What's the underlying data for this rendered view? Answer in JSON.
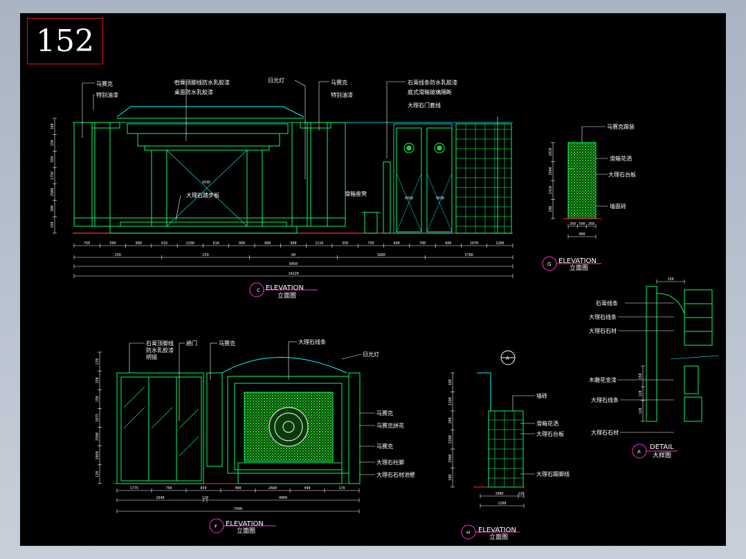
{
  "page_number": "152",
  "colors": {
    "background": "#000000",
    "outline": "#00ff66",
    "leader": "#ffffff",
    "dimension": "#ffffff",
    "pattern": "#22cc22",
    "circle": "#ff33cc",
    "frame": "#e01010"
  },
  "elev_c": {
    "labels": [
      "马赛克",
      "特别油漆",
      "石膏顶脚线防水乳胶漆",
      "桌面防水乳胶漆",
      "日光灯",
      "马赛克",
      "特别油漆",
      "石膏线条防水乳胶漆",
      "庭式滑箱玻璃隔断",
      "大理石门套线",
      "VOID",
      "大理石踏步板",
      "滑箱座凳",
      "VOID",
      "VOID"
    ],
    "vdims": [
      "180",
      "150",
      "550",
      "1750",
      "2500",
      "300",
      "150"
    ],
    "dims_row1": [
      "750",
      "500",
      "900",
      "610",
      "2200",
      "610",
      "900",
      "600",
      "900",
      "1110",
      "350",
      "750",
      "600",
      "700",
      "600",
      "1070",
      "1200"
    ],
    "dims_row2": [
      "250",
      "250",
      "60",
      "1660",
      "5780"
    ],
    "dims_row3": [
      "8450"
    ],
    "dims_row4": [
      "14220"
    ],
    "title": "ELEVATION",
    "subtitle": "立面图",
    "tag": "C"
  },
  "elev_g": {
    "labels": [
      "马赛克踢装",
      "滑箱花洒",
      "大理石台板",
      "墙面砖"
    ],
    "vdims": [
      "1010",
      "2500",
      "1410",
      "100"
    ],
    "hdims": [
      "260",
      "500",
      "260"
    ],
    "hdim_total": "900",
    "title": "ELEVATION",
    "subtitle": "立面图",
    "tag": "G"
  },
  "detail_a": {
    "labels": [
      "石膏线条",
      "大理石线条",
      "大理石石材",
      "木雕花金漆",
      "大理石线条",
      "大理石石材"
    ],
    "dims": [
      "150",
      "120",
      "120"
    ],
    "title": "DETAIL",
    "subtitle": "大样图",
    "tag": "A"
  },
  "elev_f": {
    "labels": [
      "石膏顶脚线",
      "防水乳胶漆",
      "明镜",
      "趟门",
      "马赛克",
      "大理石线条",
      "日光灯",
      "马赛克",
      "马赛克拼花",
      "马赛克",
      "大理石柱脚",
      "大理石石材池壁"
    ],
    "vdims": [
      "270",
      "150",
      "150",
      "1075",
      "2500",
      "2060",
      "120"
    ],
    "dims_row1": [
      "1775",
      "750",
      "850",
      "490",
      "2660",
      "490",
      "170"
    ],
    "dims_row2": [
      "2640",
      "120",
      "4860"
    ],
    "dims_row3": [
      "7500"
    ],
    "title": "ELEVATION",
    "subtitle": "立面图",
    "tag": "F"
  },
  "elev_h": {
    "labels": [
      "墙砖",
      "滑箱花洒",
      "大理石台板",
      "大理石踢脚线"
    ],
    "vdims": [
      "180",
      "1180",
      "200",
      "2200",
      "2500",
      "100"
    ],
    "hdims": [
      "1080",
      "120",
      "1200"
    ],
    "title": "ELEVATION",
    "subtitle": "立面图",
    "tag": "H",
    "callout": "A"
  }
}
